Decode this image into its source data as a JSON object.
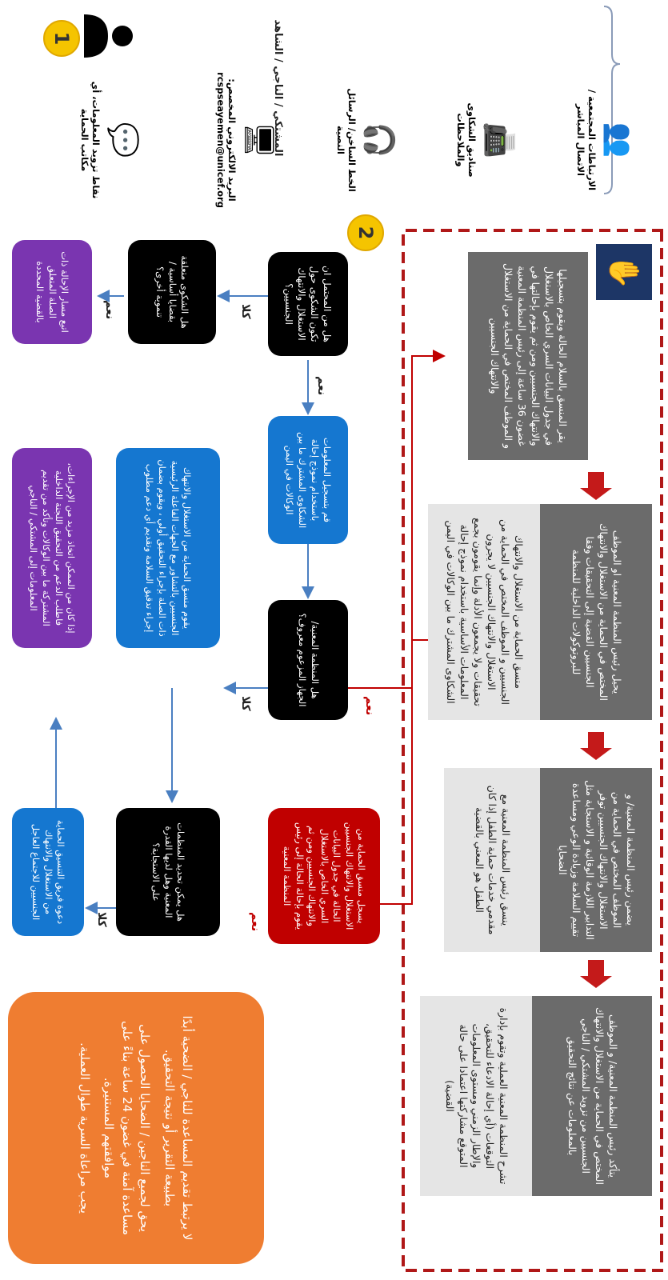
{
  "step1": {
    "badge": "1",
    "title": "المشتكي / الناجي / الشاهد",
    "channels": [
      {
        "icon": "chat-bubbles-icon",
        "label": "نقاط تزويد المعلومات، أي مكاتب الحماية"
      },
      {
        "icon": "computer-icon",
        "label": "البريد الالكتروني المخصص: rcspseayemen@unicef.org"
      },
      {
        "icon": "headset-icon",
        "label": "الخط الساخن/ الرسائل النصية"
      },
      {
        "icon": "fax-icon",
        "label": "صناديق الشكاوى والملاحظات"
      },
      {
        "icon": "people-icon",
        "label": "الارتباطات المجتمعية / الاتصال المباشر"
      }
    ]
  },
  "step2": {
    "badge": "2",
    "q_sea": "هل من المحتمل ان تكون الشكوى حول الاستغلال والانتهاك الجنسيين؟",
    "q_other": "هل الشكوى متعلقة بقضايا أساسية / تنموية أخرى؟",
    "other_path": "اتبع مسار الإحالة ذات الصلة المتعلق بالقضية المحددة",
    "record": "قم بتسجيل المعلومات باستخدام نموذج إحالة الشكاوى المشترك ما بين الوكالات في اليمن",
    "q_agency": "هل المنظمة المعنية/ الجهاز المزعوم معروف؟",
    "coordinator": "يقوم منسق الحماية من الاستغلال والانتهاك الجنسيين بالتشاور مع الجهات الفاعلة الرئيسية ذات الصلة بإجراء التحقيق أولي ، ويقوم بضمان إجراء تدقيق السلامة وتقديم أي دعم مطلوب",
    "if_needed": "إذا كان من الممكن اتخاذ مزيد من الإجراءات، فاطلب الدعم من التحقيق اللجنة الداخلية المشتركة ما بين الوكالات وتأكد من تقديم المعلومات إلى المشتكي / الناجي",
    "q_capacity": "هل يمكن تحديد المنظمات المعنية وهل لديها القدرة على الاستجابة؟",
    "red_box": "يسجل منسق الحماية من الاستغلال والانتهاك الجنسيين الحالة في جدول البيانات السري الخاص بالاستغلال والانتهاك الجنسيين ومن ثم يقوم بإحالة الحالة إلى رئيس المنظمة المعنية",
    "taskforce": "دعوة فريق التنسيق الحماية من الاستغلال والانتهاك الجنسيين للاجتماع العاجل",
    "orange": [
      "لا يرتبط تقديم المساعدة للناجي / الضحية أبدًا بطبيعة التقرير أو نتيجة التحقيق.",
      "يحق لجميع الناجين / الضحايا الحصول على مساعدة آمنة في غضون 24 ساعة بناءً على موافقتهم المستنيرة.",
      "يجب مراعاة السرية طوال العملية."
    ],
    "yes": "نعم",
    "no": "كلا"
  },
  "agency_flow": {
    "step_a": "يقر المنسق بالسلام الحالة ويقوم بتسجيلها في جدول البيانات السري الخاص بالاستغلال والانتهاك الجنسيين ومن ثم يقوم بإحالتها في غضون 36 ساعة إلى رئيس المنظمة المعنية و الموظف المختص في الحماية من الاستغلال والانتهاك الجنسيين",
    "step_b_head": "يحيل رئيس المنظمة المعنية او الموظف المختص في الحماية من الاستغلال والانتهاك الجنسيين القضية إلى التحقيقات وفقا للبروتوكولات الداخلية للمنظمة",
    "step_b_body": "منسق الحماية من الاستغلال والانتهاك الجنسيين و الموظف المختص في الحماية من الاستغلال والانتهاك الجنسيين لا يجرون تحقيقات ولا يجمعون الأدلة وإنما يقومون بجمع المعلومات الأساسية باستخدام نموذج إحالة الشكاوى المشترك ما بين الوكالات في اليمن",
    "step_c_head": "يضمن رئيس المنظمة المعنية/ و الموظف المختص في الحماية من الاستغلال والانتهاك الجنسيين توفر التدابير اللازمة الوقائية و الاستجابة مثل تقييم السلامة وزيادة الوعي ومساعدة الضحايا",
    "step_c_body": "ينسق رئيس المنظمة المعنية مع مقدمي خدمات حماية الطفل إذا كان الطفل هو المعني بالقضية",
    "step_d_head": "يتأكد رئيس المنظمة المعنية/ و الموظف المختص في الحماية من الاستغلال والانتهاك الجنسيين من تزويد المشتكي / الناجي بالمعلومات عن نتائج التحقيق",
    "step_d_body": "تشرح المنظمة المعنية العملية وتقوم بإدارة التوقعات (أي إحالة الادعاء للتحقيق، والإطار الزمني ومستوى المعلومات المتوقع مشاركتها اعتمادا على حالة القضية)"
  },
  "colors": {
    "blue": "#1577d0",
    "purple": "#7a35b0",
    "red": "#c00000",
    "orange": "#ef7d31",
    "badge": "#f5c400"
  }
}
